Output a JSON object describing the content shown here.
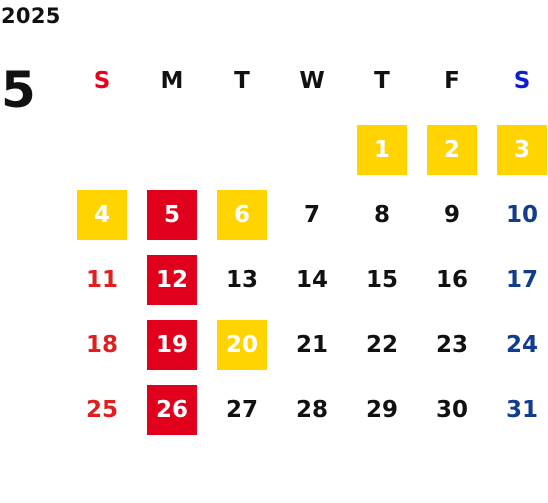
{
  "calendar": {
    "year": "2025",
    "month": "5",
    "weekdays": [
      "S",
      "M",
      "T",
      "W",
      "T",
      "F",
      "S"
    ],
    "weeks": [
      [
        "",
        "",
        "",
        "",
        "1",
        "2",
        "3"
      ],
      [
        "4",
        "5",
        "6",
        "7",
        "8",
        "9",
        "10"
      ],
      [
        "11",
        "12",
        "13",
        "14",
        "15",
        "16",
        "17"
      ],
      [
        "18",
        "19",
        "20",
        "21",
        "22",
        "23",
        "24"
      ],
      [
        "25",
        "26",
        "27",
        "28",
        "29",
        "30",
        "31"
      ]
    ],
    "highlights_yellow": [
      "1",
      "2",
      "3",
      "4",
      "6",
      "20"
    ],
    "highlights_red": [
      "5",
      "12",
      "19",
      "26"
    ]
  },
  "colors": {
    "yellow": "#ffd400",
    "red": "#e0001c",
    "sunday_text": "#e02020",
    "saturday_text": "#123c8c",
    "sunday_header": "#e8001c",
    "saturday_header": "#0a1ed2"
  }
}
